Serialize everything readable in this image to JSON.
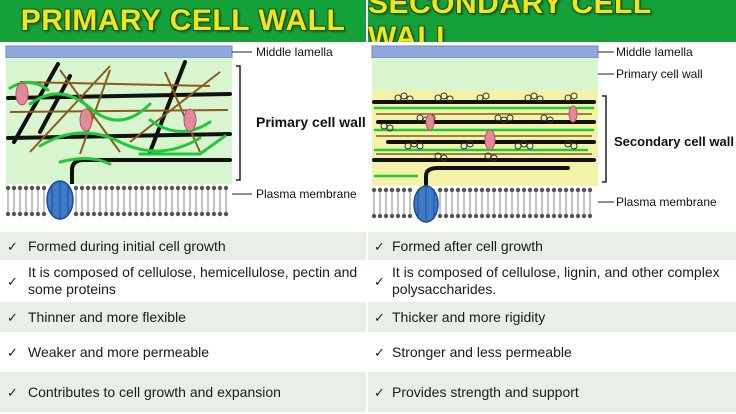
{
  "header": {
    "left_title": "PRIMARY CELL WALL",
    "right_title": "SECONDARY CELL WALL"
  },
  "diagram_left": {
    "labels": {
      "middle_lamella": "Middle lamella",
      "wall": "Primary cell wall",
      "membrane": "Plasma membrane"
    }
  },
  "diagram_right": {
    "labels": {
      "middle_lamella": "Middle lamella",
      "primary_wall": "Primary cell wall",
      "wall": "Secondary cell wall",
      "membrane": "Plasma membrane"
    }
  },
  "rows": [
    {
      "check": "✓",
      "left": "Formed during initial cell growth",
      "right": "Formed after cell growth"
    },
    {
      "check": "✓",
      "left": "It is composed of cellulose, hemicellulose, pectin and some proteins",
      "right": "It is composed of cellulose, lignin, and other complex polysaccharides."
    },
    {
      "check": "✓",
      "left": "Thinner and more flexible",
      "right": "Thicker and more rigidity"
    },
    {
      "check": "✓",
      "left": "Weaker and more permeable",
      "right": "Stronger and less permeable"
    },
    {
      "check": "✓",
      "left": "Contributes to cell growth and expansion",
      "right": "Provides strength and support"
    }
  ],
  "colors": {
    "header_bg": "#15a13a",
    "header_text": "#f6e31a",
    "middle_lamella": "#8fa9dd",
    "primary_wall_fill": "#d9f5cf",
    "secondary_wall_fill": "#f2f2a8",
    "row_shade": "#e7efe6"
  }
}
